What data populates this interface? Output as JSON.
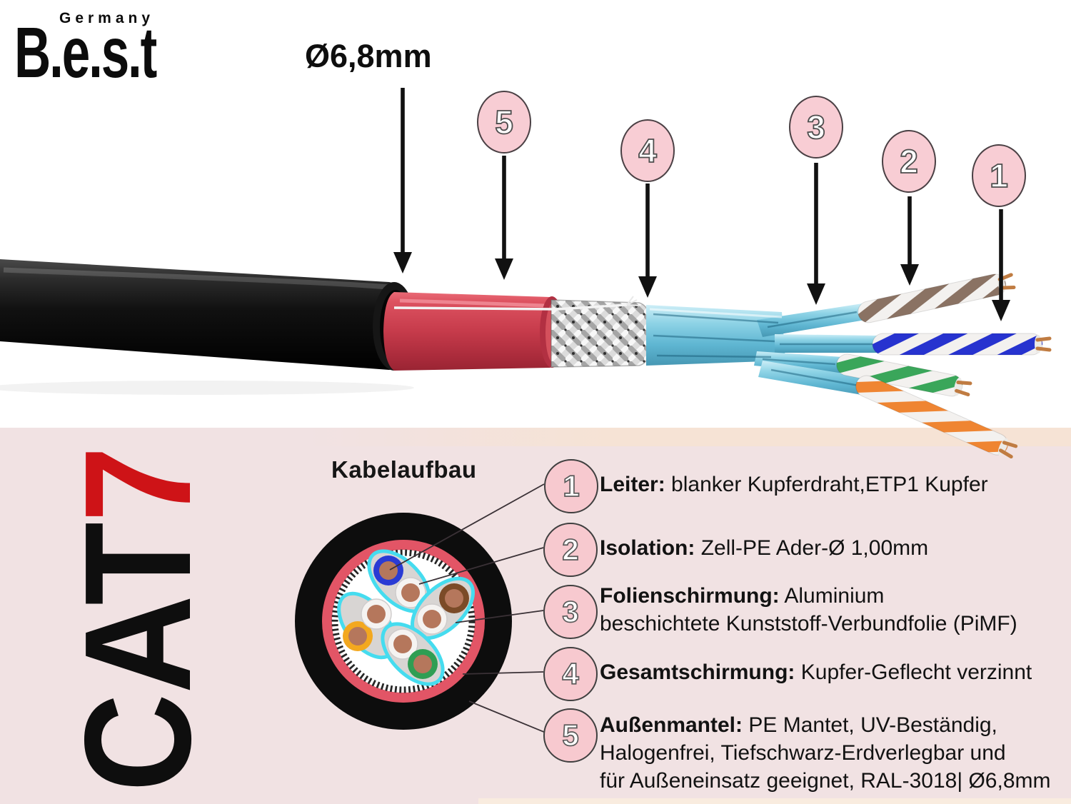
{
  "brand": {
    "country": "Germany",
    "name": "B.e.s.t"
  },
  "top": {
    "diameter_label": "Ø6,8mm",
    "callouts": [
      "5",
      "4",
      "3",
      "2",
      "1"
    ]
  },
  "panel": {
    "product_code": {
      "cat": "CAT",
      "seven": "7"
    },
    "section_title": "Kabelaufbau",
    "legend": [
      {
        "n": "1",
        "label": "Leiter:",
        "text": "blanker Kupferdraht,ETP1 Kupfer"
      },
      {
        "n": "2",
        "label": "Isolation:",
        "text": "Zell-PE Ader-Ø 1,00mm"
      },
      {
        "n": "3",
        "label": "Folienschirmung:",
        "text": "Aluminium\nbeschichtete Kunststoff-Verbundfolie (PiMF)"
      },
      {
        "n": "4",
        "label": "Gesamtschirmung:",
        "text": "Kupfer-Geflecht verzinnt"
      },
      {
        "n": "5",
        "label": "Außenmantel:",
        "text": "PE Mantet, UV-Beständig,\nHalogenfrei, Tiefschwarz-Erdverlegbar und\nfür Außeneinsatz geeignet, RAL-3018| Ø6,8mm"
      }
    ]
  },
  "colors": {
    "accent_red": "#ce1317",
    "panel_pink": "#f1e2e3",
    "badge_pink": "#f8cdd4",
    "jacket_black": "#0d0d0d",
    "sheath_red": "#c63b4b",
    "foil_blue": "#6fc0d8",
    "pair_blue": "#2733cf",
    "pair_brown": "#8a7263",
    "pair_green": "#3aa65a",
    "pair_orange": "#ef8532",
    "copper": "#c07c42",
    "cross_section_pairs": [
      "blue",
      "brown",
      "orange",
      "green"
    ]
  }
}
